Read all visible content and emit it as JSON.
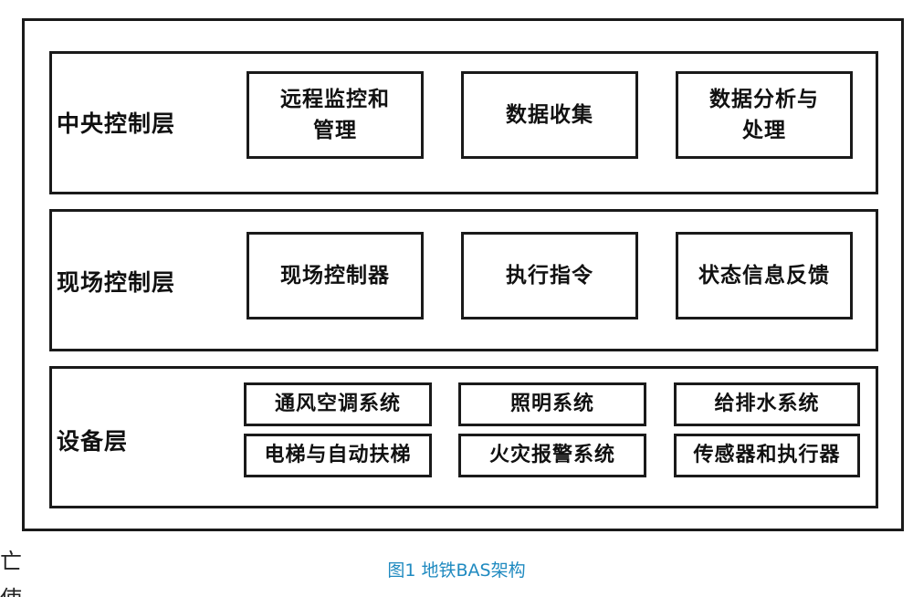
{
  "diagram": {
    "layers": [
      {
        "label": "中央控制层",
        "boxes": [
          "远程监控和\n管理",
          "数据收集",
          "数据分析与\n处理"
        ]
      },
      {
        "label": "现场控制层",
        "boxes": [
          "现场控制器",
          "执行指令",
          "状态信息反馈"
        ]
      },
      {
        "label": "设备层",
        "boxes": [
          "通风空调系统",
          "照明系统",
          "给排水系统",
          "电梯与自动扶梯",
          "火灾报警系统",
          "传感器和执行器"
        ]
      }
    ],
    "caption": "图1 地铁BAS架构"
  },
  "margin_text": {
    "line1": "亡",
    "line2": "使"
  }
}
